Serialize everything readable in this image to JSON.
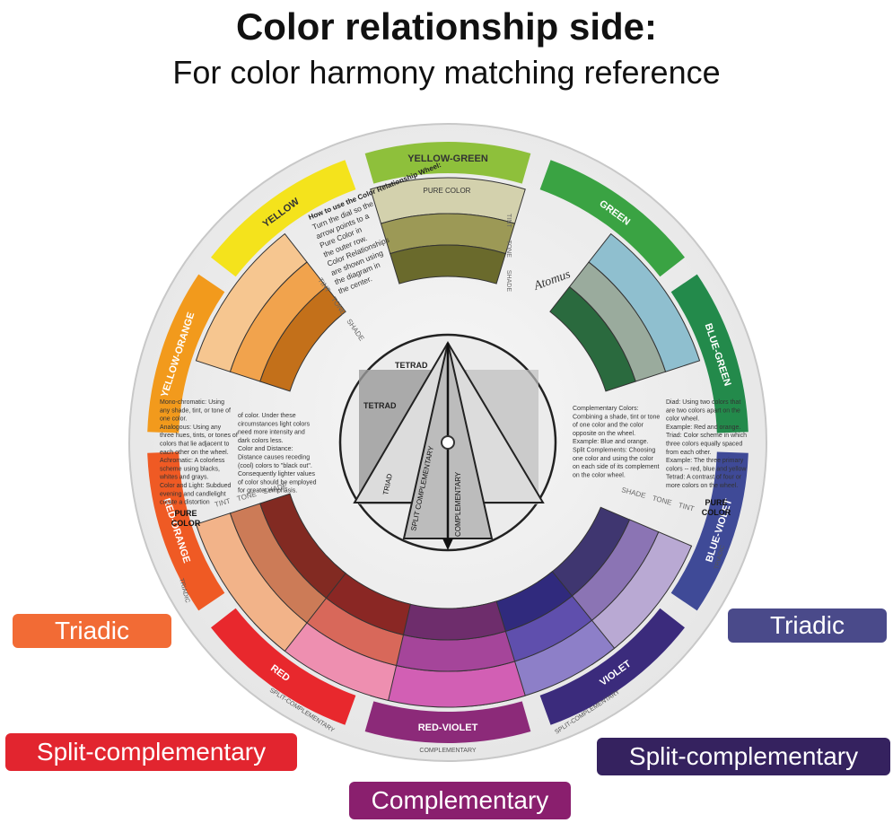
{
  "header": {
    "title": "Color relationship side:",
    "subtitle": "For color harmony matching reference"
  },
  "wheel": {
    "arc_title": "ILLUSTRATION OF COLOR RELATIONSHIPS",
    "brand": "Atomus",
    "pure_color_label": "PURE COLOR",
    "pure_color_top": "PURE",
    "pure_color_bottom": "COLOR",
    "tint_word": "TINT",
    "tone_word": "TONE",
    "shade_word": "SHADE",
    "segments": [
      {
        "name": "YELLOW-GREEN",
        "color": "#8ec03b"
      },
      {
        "name": "GREEN",
        "color": "#3aa343"
      },
      {
        "name": "BLUE-GREEN",
        "color": "#238a4b"
      },
      {
        "name": "BLUE-VIOLET",
        "color": "#3f4a97"
      },
      {
        "name": "VIOLET",
        "color": "#3b2b7c"
      },
      {
        "name": "RED-VIOLET",
        "color": "#8c2a79"
      },
      {
        "name": "RED",
        "color": "#e8282d"
      },
      {
        "name": "RED-ORANGE",
        "color": "#ef5a24"
      },
      {
        "name": "YELLOW-ORANGE",
        "color": "#f29a1c"
      },
      {
        "name": "YELLOW",
        "color": "#f4e31c"
      }
    ],
    "swatches": {
      "top": [
        "#d3d1ad",
        "#9c9956",
        "#6a6a2c"
      ],
      "upper_right": [
        "#8fbfcf",
        "#9aab9d",
        "#2a6a3e"
      ],
      "upper_left": [
        "#f6c690",
        "#f1a34d",
        "#c3701a"
      ],
      "right": [
        "#b9a9d3",
        "#8b74b4",
        "#3f3670"
      ],
      "lower_right": [
        "#8d7fc8",
        "#5f4fad",
        "#302a7d"
      ],
      "bottom": [
        "#d25fb4",
        "#a5459a",
        "#6e2d6c"
      ],
      "lower_left": [
        "#ee8fb0",
        "#d8685a",
        "#8a2724"
      ],
      "left": [
        "#f2b389",
        "#cc7b57",
        "#822a22"
      ]
    },
    "sub_labels": {
      "triadic_left": "TRIADIC",
      "triadic_right": "TRIADIC",
      "split_left": "SPLIT-COMPLEMENTARY",
      "split_right": "SPLIT-COMPLEMENTARY",
      "complementary": "COMPLEMENTARY"
    },
    "diagram": {
      "tetrad_a": "TETRAD",
      "tetrad_b": "TETRAD",
      "triad": "TRIAD",
      "split": "SPLIT COMPLEMENTARY",
      "complementary": "COMPLEMENTARY"
    },
    "instructions": {
      "heading": "How to use the Color Relationship Wheel:",
      "lines": [
        "Turn the dial so the",
        "arrow points to a",
        "Pure Color in",
        "the outer row.",
        "Color Relationships",
        "are shown using",
        "the diagram in",
        "the center."
      ]
    },
    "left_text": [
      "Mono-chromatic: Using",
      "any shade, tint, or tone of",
      "one color.",
      "Analogous: Using any",
      "three hues, tints, or tones of",
      "colors that lie adjacent to",
      "each other on the wheel.",
      "Achromatic: A colorless",
      "scheme using blacks,",
      "whites and grays.",
      "Color and Light: Subdued",
      "evening and candlelight",
      "create a distortion"
    ],
    "mid_text": [
      "of color. Under these",
      "circumstances light colors",
      "need more intensity and",
      "dark colors less.",
      "Color and Distance:",
      "Distance causes receding",
      "(cool) colors to \"black out\".",
      "Consequently lighter values",
      "of color should be employed",
      "for greater emphasis."
    ],
    "comp_text": [
      "Complementary Colors:",
      "Combining a shade, tint or tone",
      "of one color and the color",
      "opposite on the wheel.",
      "Example: Blue and orange.",
      "Split Complements: Choosing",
      "one color and using the color",
      "on each side of its complement",
      "on the color wheel."
    ],
    "right_text": [
      "Diad: Using two colors that",
      "are two colors apart on the",
      "color wheel.",
      "Example: Red and orange.",
      "Triad: Color scheme in which",
      "three colors equally spaced",
      "from each other.",
      "Example: The three primary",
      "colors -- red, blue and yellow",
      "Tetrad: A contrast of four or",
      "more colors on the wheel."
    ]
  },
  "tags": {
    "triadic_left": {
      "label": "Triadic",
      "color": "#f26b35"
    },
    "triadic_right": {
      "label": "Triadic",
      "color": "#4a4a8a"
    },
    "split_left": {
      "label": "Split-complementary",
      "color": "#e2252f"
    },
    "split_right": {
      "label": "Split-complementary",
      "color": "#35225f"
    },
    "complementary": {
      "label": "Complementary",
      "color": "#8a1f6e"
    }
  }
}
